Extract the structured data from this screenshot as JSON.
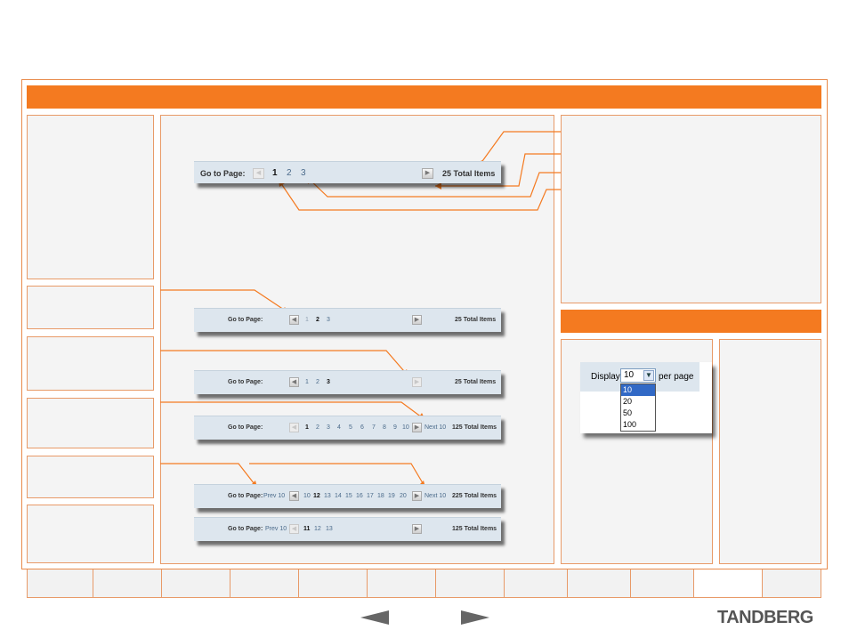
{
  "pagers": {
    "p1": {
      "label": "Go to Page:",
      "nums": [
        "1",
        "2",
        "3"
      ],
      "total": "25 Total Items"
    },
    "p2": {
      "label": "Go to Page:",
      "nums": [
        "1",
        "2",
        "3"
      ],
      "total": "25 Total Items"
    },
    "p3": {
      "label": "Go to Page:",
      "nums": [
        "1",
        "2",
        "3"
      ],
      "total": "25 Total Items"
    },
    "p4": {
      "label": "Go to Page:",
      "nums": [
        "1",
        "2",
        "3",
        "4",
        "5",
        "6",
        "7",
        "8",
        "9",
        "10"
      ],
      "next": "Next 10",
      "total": "125 Total Items"
    },
    "p5": {
      "label": "Go to Page:",
      "prev": "Prev 10",
      "nums": [
        "10",
        "12",
        "13",
        "14",
        "15",
        "16",
        "17",
        "18",
        "19",
        "20"
      ],
      "next": "Next 10",
      "total": "225 Total Items"
    },
    "p6": {
      "label": "Go to Page:",
      "prev": "Prev 10",
      "nums": [
        "11",
        "12",
        "13"
      ],
      "total": "125 Total Items"
    }
  },
  "dropdown": {
    "label": "Display",
    "selected": "10",
    "suffix": "per page",
    "options": [
      "10",
      "20",
      "50",
      "100"
    ]
  },
  "nav": {
    "prev_icon": "left-triangle-icon",
    "next_icon": "right-triangle-icon"
  },
  "brand": {
    "logo": "TANDBERG"
  },
  "colors": {
    "accent": "#f47a20",
    "panel": "#f4f4f4",
    "pager": "#dde6ee"
  }
}
